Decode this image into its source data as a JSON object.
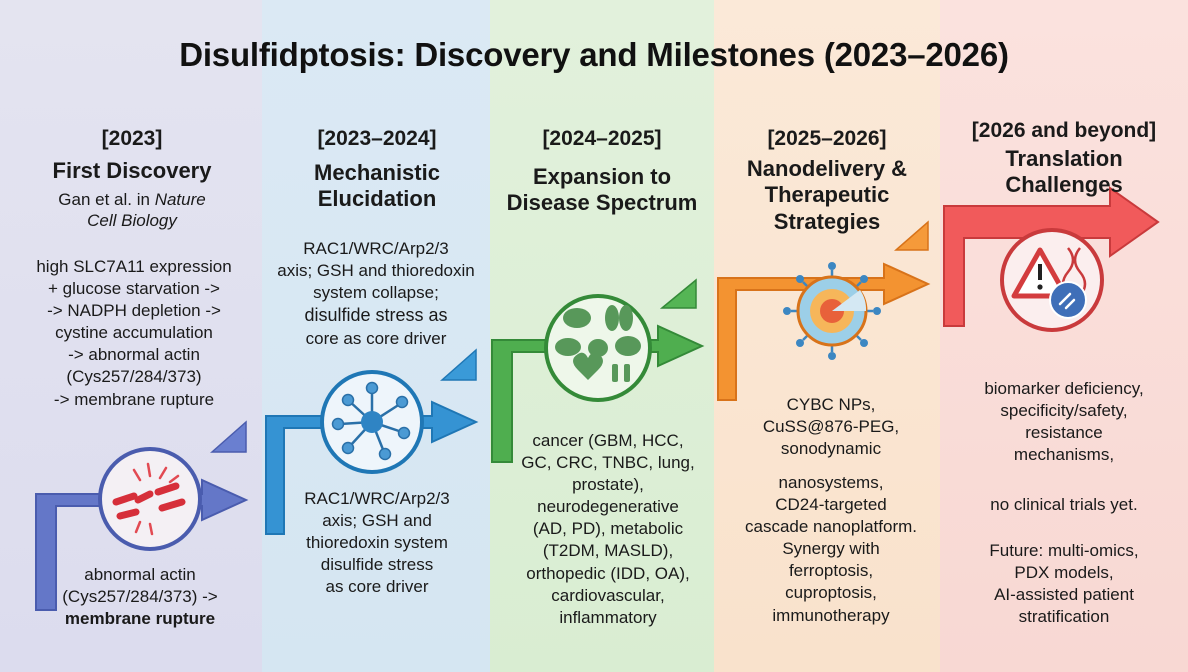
{
  "title": "Disulfidptosis: Discovery and Milestones (2023–2026)",
  "stages": [
    {
      "period": "[2023]",
      "heading": "First Discovery",
      "source_prefix": "Gan et al. in",
      "source_journal_line1": "Nature",
      "source_journal_line2": "Cell Biology",
      "pathway": [
        "high SLC7A11 expression",
        "+ glucose starvation ->",
        "-> NADPH depletion ->",
        "cystine accumulation",
        "-> abnormal actin",
        "(Cys257/284/373)",
        "-> membrane rupture"
      ],
      "summary_lines": [
        "abnormal actin",
        "(Cys257/284/373) ->"
      ],
      "summary_bold": "membrane rupture",
      "icon": "ruptured-membrane-icon"
    },
    {
      "period": "[2023–2024]",
      "heading_lines": [
        "Mechanistic",
        "Elucidation"
      ],
      "top_lines": [
        "RAC1/WRC/Arp2/3",
        "axis; GSH and thioredoxin",
        "system collapse;"
      ],
      "top_lines_large": [
        "disulfide stress as",
        "core as core driver"
      ],
      "bottom_lines": [
        "RAC1/WRC/Arp2/3",
        "axis; GSH and",
        "thioredoxin system",
        "disulfide stress",
        "as core driver"
      ],
      "icon": "network-hub-icon"
    },
    {
      "period": "[2024–2025]",
      "heading_lines": [
        "Expansion to",
        "Disease Spectrum"
      ],
      "diseases": [
        "cancer (GBM, HCC,",
        "GC, CRC, TNBC, lung,",
        "prostate),",
        "neurodegenerative",
        "(AD, PD), metabolic",
        "(T2DM, MASLD),",
        "orthopedic (IDD, OA),",
        "cardiovascular,",
        "inflammatory"
      ],
      "icon": "organs-icon"
    },
    {
      "period": "[2025–2026]",
      "heading_lines": [
        "Nanodelivery &",
        "Therapeutic",
        "Strategies"
      ],
      "top_lines": [
        "CYBC NPs,",
        "CuSS@876-PEG,",
        "sonodynamic"
      ],
      "bottom_lines": [
        "nanosystems,",
        "CD24-targeted",
        "cascade nanoplatform.",
        "Synergy with",
        "ferroptosis,",
        "cuproptosis,",
        "immunotherapy"
      ],
      "icon": "nanoparticle-icon"
    },
    {
      "period": "[2026 and beyond]",
      "heading_lines": [
        "Translation",
        "Challenges"
      ],
      "challenges": [
        "biomarker deficiency,",
        "specificity/safety,",
        "resistance",
        "mechanisms,"
      ],
      "status": "no clinical trials yet.",
      "future": [
        "Future: multi-omics,",
        "PDX models,",
        "AI-assisted patient",
        "stratification"
      ],
      "icon": "warning-dna-icon"
    }
  ],
  "colors": {
    "stage1_arrow": "#5b6fc4",
    "stage2_arrow": "#2e8ccf",
    "stage3_arrow": "#45a84a",
    "stage4_arrow": "#f08a24",
    "stage5_arrow": "#e5484a"
  }
}
